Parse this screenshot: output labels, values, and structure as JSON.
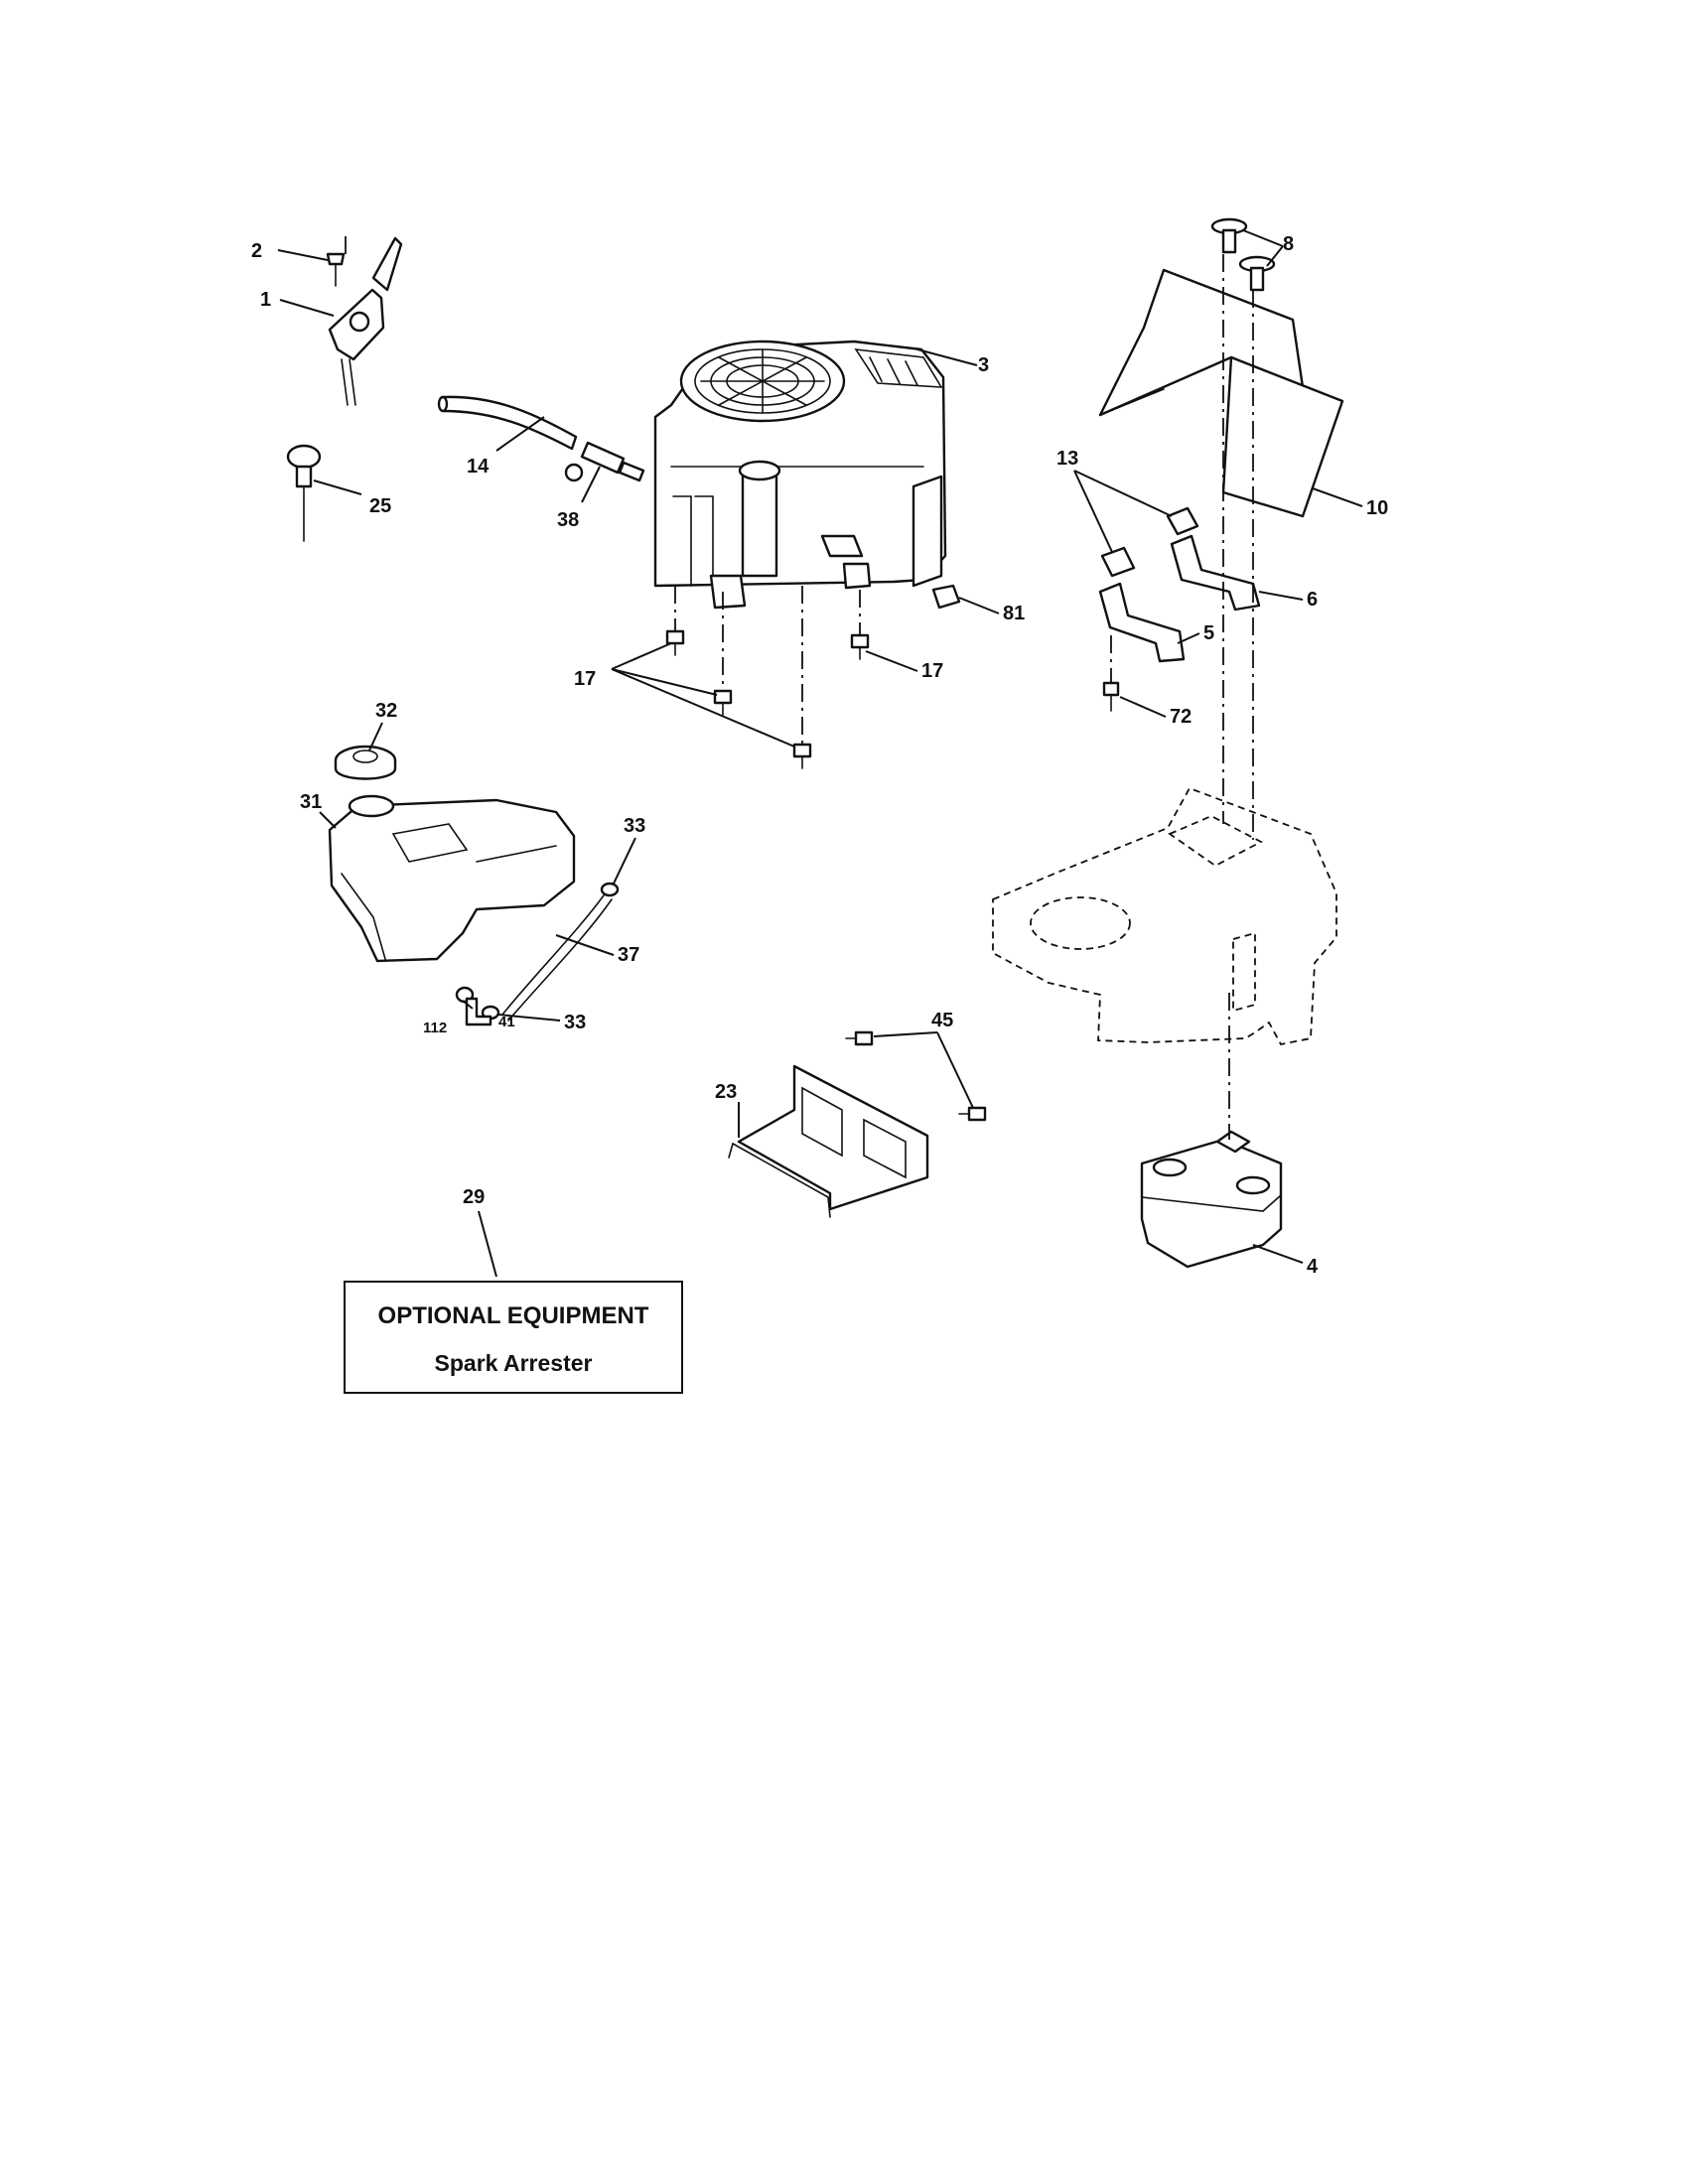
{
  "callouts": {
    "c1": "1",
    "c2": "2",
    "c3": "3",
    "c4": "4",
    "c5": "5",
    "c6": "6",
    "c8": "8",
    "c10": "10",
    "c13": "13",
    "c14": "14",
    "c17a": "17",
    "c17b": "17",
    "c23": "23",
    "c25": "25",
    "c29": "29",
    "c31": "31",
    "c32": "32",
    "c33a": "33",
    "c33b": "33",
    "c37": "37",
    "c38": "38",
    "c41": "41",
    "c45": "45",
    "c72": "72",
    "c81": "81",
    "c112": "112"
  },
  "optional_box": {
    "title": "OPTIONAL EQUIPMENT",
    "subtitle": "Spark Arrester"
  },
  "colors": {
    "ink": "#111111",
    "paper": "#ffffff"
  }
}
